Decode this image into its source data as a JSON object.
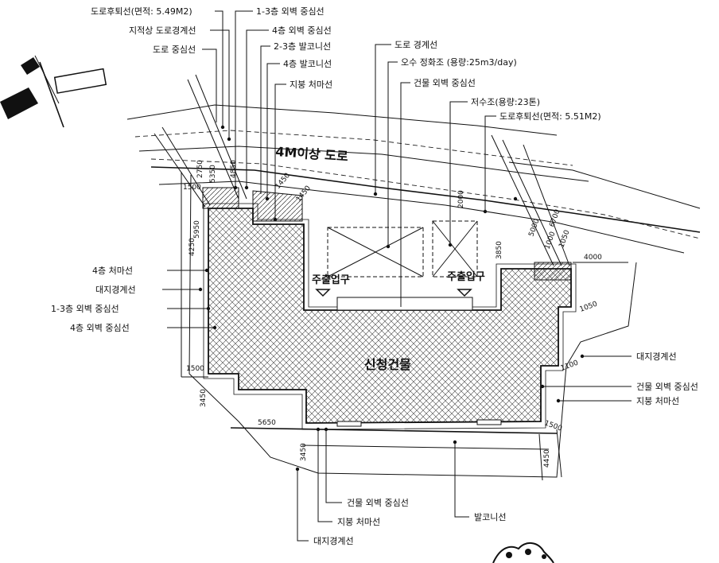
{
  "labels": {
    "road_retreat_top": "도로후퇴선(면적: 5.49M2)",
    "cadastral_road": "지적상 도로경계선",
    "road_center": "도로 중심선",
    "wall_center_1_3": "1-3층 외벽 중심선",
    "wall_center_4": "4층 외벽 중심선",
    "balcony_2_3": "2-3층 발코니선",
    "balcony_4": "4층 발코니선",
    "roof_eave_top": "지붕 처마선",
    "road_boundary": "도로 경계선",
    "septic": "오수 정화조 (용량:25m3/day)",
    "building_wall_top": "건물 외벽 중심선",
    "water_tank": "저수조(용량:23톤)",
    "road_retreat_right": "도로후퇴선(면적: 5.51M2)",
    "road_name": "4M이상 도로",
    "entrance_left": "주출입구",
    "entrance_right": "주출입구",
    "building_name": "신청건물",
    "eave_4_left": "4층 처마선",
    "site_boundary_left": "대지경계선",
    "wall_1_3_left": "1-3층 외벽 중심선",
    "wall_4_left": "4층 외벽 중심선",
    "site_boundary_right": "대지경계선",
    "wall_center_right": "건물 외벽 중심선",
    "roof_eave_right": "지붕 처마선",
    "wall_center_bottom": "건물 외벽 중심선",
    "roof_eave_bottom": "지붕 처마선",
    "balcony_bottom": "발코니선",
    "site_boundary_bottom": "대지경계선"
  },
  "dimensions": {
    "d2750": "2750",
    "d5350": "5350",
    "d4850": "4850",
    "d1500_top": "1500",
    "d1450a": "1450",
    "d1450b": "1450",
    "d5950": "5950",
    "d4250": "4250",
    "d2000": "2000",
    "d3850": "3850",
    "d6700": "6700",
    "d5000": "5000",
    "d1000": "1000",
    "d1050_top": "1050",
    "d4000": "4000",
    "d1050_right": "1050",
    "d1100": "1100",
    "d1500_left": "1500",
    "d3450_left": "3450",
    "d5650": "5650",
    "d3450_bottom": "3450",
    "d4450": "4450",
    "d1500_right": "1500"
  }
}
